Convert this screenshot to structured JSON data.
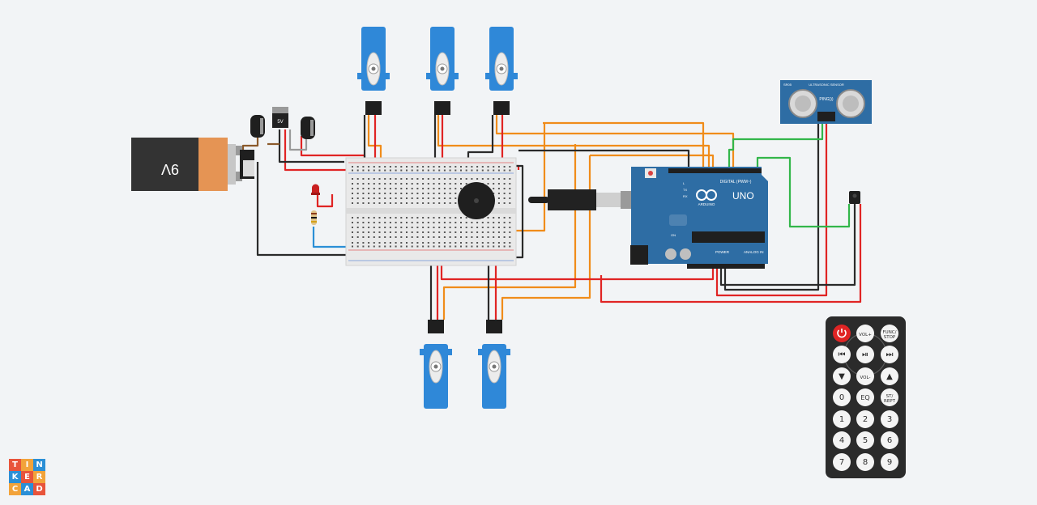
{
  "battery": {
    "label": "9V"
  },
  "regulator": {
    "label": "5V"
  },
  "arduino": {
    "brand": "ARDUINO",
    "model": "UNO",
    "digital_label": "DIGITAL (PWM~)",
    "power_label": "POWER",
    "analog_label": "ANALOG IN",
    "tx_label": "TX",
    "rx_label": "RX",
    "l_label": "L",
    "on_label": "ON"
  },
  "ultrasonic": {
    "label": "ULTRASONIC SENSOR",
    "model": "PING)))",
    "tag": "SR05"
  },
  "remote": {
    "buttons": [
      {
        "label": "",
        "kind": "power-button"
      },
      {
        "label": "VOL+",
        "kind": "vol-up-button"
      },
      {
        "label": "FUNC/ STOP",
        "kind": "func-stop-button"
      },
      {
        "label": "⏮",
        "kind": "prev-button"
      },
      {
        "label": "⏯",
        "kind": "play-pause-button"
      },
      {
        "label": "⏭",
        "kind": "next-button"
      },
      {
        "label": "▼",
        "kind": "down-button"
      },
      {
        "label": "VOL-",
        "kind": "vol-down-button"
      },
      {
        "label": "▲",
        "kind": "up-button"
      },
      {
        "label": "0",
        "kind": "digit-0-button"
      },
      {
        "label": "EQ",
        "kind": "eq-button"
      },
      {
        "label": "ST/ REPT",
        "kind": "st-rept-button"
      },
      {
        "label": "1",
        "kind": "digit-1-button"
      },
      {
        "label": "2",
        "kind": "digit-2-button"
      },
      {
        "label": "3",
        "kind": "digit-3-button"
      },
      {
        "label": "4",
        "kind": "digit-4-button"
      },
      {
        "label": "5",
        "kind": "digit-5-button"
      },
      {
        "label": "6",
        "kind": "digit-6-button"
      },
      {
        "label": "7",
        "kind": "digit-7-button"
      },
      {
        "label": "8",
        "kind": "digit-8-button"
      },
      {
        "label": "9",
        "kind": "digit-9-button"
      }
    ]
  },
  "logo": {
    "letters": [
      "T",
      "I",
      "N",
      "K",
      "E",
      "R",
      "C",
      "A",
      "D"
    ],
    "colors": [
      "#e8543b",
      "#f2a33a",
      "#2b8fd6",
      "#2b8fd6",
      "#e8543b",
      "#f2a33a",
      "#f2a33a",
      "#2b8fd6",
      "#e8543b"
    ]
  },
  "colors": {
    "wire_red": "#e02424",
    "wire_black": "#2a2a2a",
    "wire_orange": "#f08c1a",
    "wire_green": "#33b64a",
    "wire_blue": "#2b8fd6",
    "wire_brown": "#8b5a2b",
    "arduino_blue": "#2e6da4",
    "servo_blue": "#2f88d8",
    "battery_orange": "#e59454",
    "battery_black": "#333333"
  }
}
